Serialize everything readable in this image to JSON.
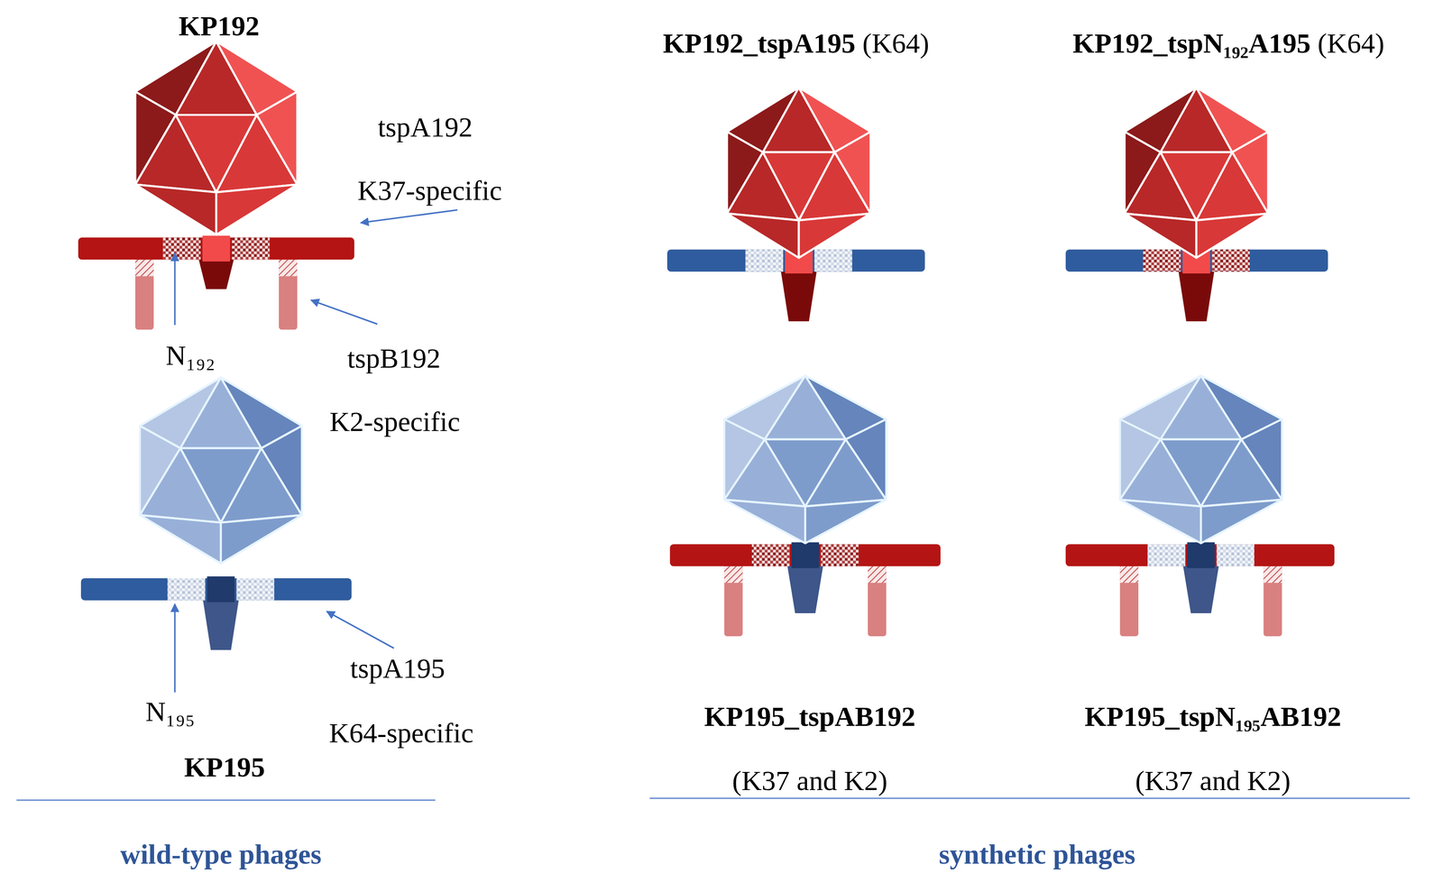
{
  "diagram": {
    "labels": [
      "KP192",
      "tspA192",
      "K37-specific",
      "N₁₉₂",
      "tspB192",
      "K2-specific",
      "tspA195",
      "N₁₉₅",
      "K64-specific",
      "KP195",
      "wild-type phages",
      "KP192_tspA195",
      "(K64)",
      "KP192_tspN₁₉₂A195",
      "(K64)",
      "KP195_tspAB192",
      "(K37 and K2)",
      "KP195_tspN₁₉₅AB192",
      "(K37 and K2)",
      "synthetic phages"
    ]
  }
}
